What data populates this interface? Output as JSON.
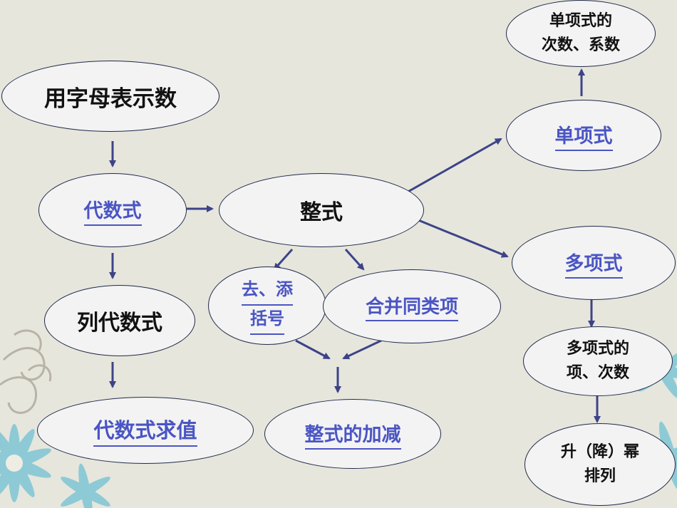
{
  "nodes": {
    "yongzimu": "用字母表示数",
    "daishushi": "代数式",
    "lie_daishushi": "列代数式",
    "daishushi_qiuzhi": "代数式求值",
    "zhengshi": "整式",
    "qu_tian_1": "去、添",
    "qu_tian_2": "括号",
    "hebing": "合并同类项",
    "zhengshi_jiajian": "整式的加减",
    "danxiangshi": "单项式",
    "danxiangshi_cishu_1": "单项式的",
    "danxiangshi_cishu_2": "次数、系数",
    "duoxiangshi": "多项式",
    "duoxiangshi_xiang_1": "多项式的",
    "duoxiangshi_xiang_2": "项、次数",
    "shengjiang_1": "升（降）幂",
    "shengjiang_2": "排列"
  },
  "colors": {
    "background": "#e6e6dd",
    "node_fill": "#f3f3f3",
    "link_text": "#4a55c4",
    "arrow": "#3d4388",
    "decor_teal": "#7ec6d4"
  }
}
